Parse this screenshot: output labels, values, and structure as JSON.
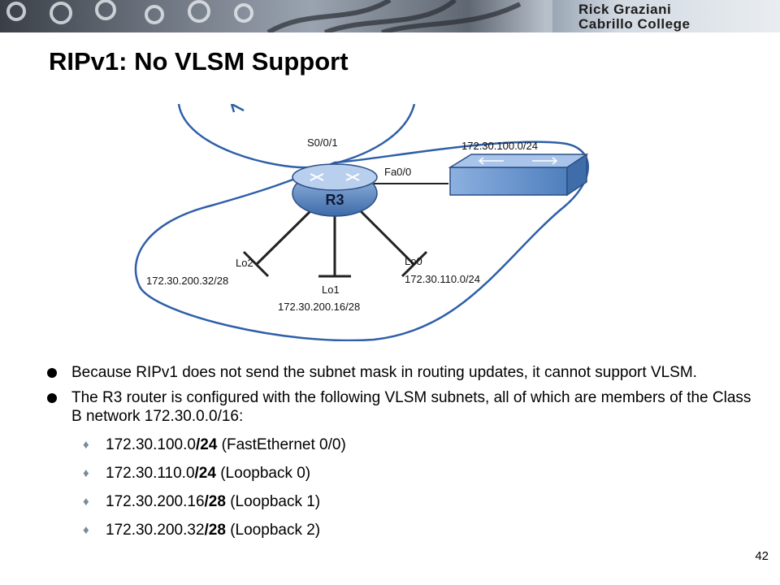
{
  "header": {
    "brand_line1": "Rick Graziani",
    "brand_line2": "Cabrillo College"
  },
  "title": "RIPv1: No VLSM Support",
  "diagram": {
    "router_name": "R3",
    "s0_label": "S0/0/1",
    "fa_label": "Fa0/0",
    "fa_network": "172.30.100.0/24",
    "lo0_label": "Lo0",
    "lo0_network": "172.30.110.0/24",
    "lo1_label": "Lo1",
    "lo1_network": "172.30.200.16/28",
    "lo2_label": "Lo2",
    "lo2_network": "172.30.200.32/28"
  },
  "bullets": [
    "Because RIPv1 does not send the subnet mask in routing updates, it cannot support VLSM.",
    "The R3 router is configured with the following VLSM subnets, all of which are members of the Class B network 172.30.0.0/16:"
  ],
  "subnets": [
    {
      "network": "172.30.100.0",
      "mask": "/24",
      "iface": "(FastEthernet 0/0)"
    },
    {
      "network": "172.30.110.0",
      "mask": "/24",
      "iface": "(Loopback 0)"
    },
    {
      "network": "172.30.200.16",
      "mask": "/28",
      "iface": "(Loopback 1)"
    },
    {
      "network": "172.30.200.32",
      "mask": "/28",
      "iface": "(Loopback 2)"
    }
  ],
  "page_number": "42",
  "colors": {
    "loop_blue": "#2e5fa8",
    "router_blue": "#5a89c6",
    "switch_blue": "#6f9bd3"
  }
}
